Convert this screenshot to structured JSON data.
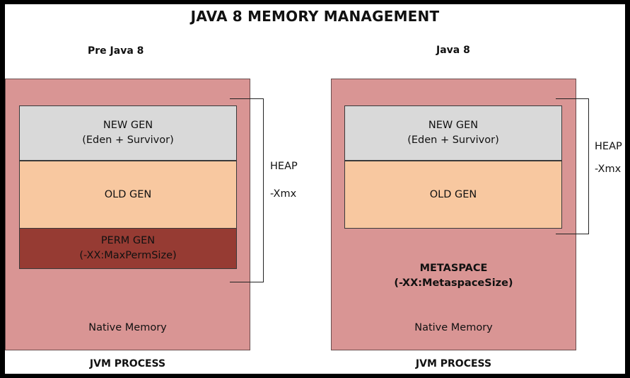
{
  "title": "JAVA 8 MEMORY MANAGEMENT",
  "left": {
    "heading": "Pre Java 8",
    "new_gen": {
      "line1": "NEW GEN",
      "line2": "(Eden + Survivor)"
    },
    "old_gen": "OLD GEN",
    "perm_gen": {
      "line1": "PERM GEN",
      "line2": "(-XX:MaxPermSize)"
    },
    "heap_label": "HEAP",
    "xmx_label": "-Xmx",
    "native_memory": "Native Memory",
    "footer": "JVM PROCESS"
  },
  "right": {
    "heading": "Java 8",
    "new_gen": {
      "line1": "NEW GEN",
      "line2": "(Eden + Survivor)"
    },
    "old_gen": "OLD GEN",
    "heap_label": "HEAP",
    "xmx_label": "-Xmx",
    "metaspace": {
      "line1": "METASPACE",
      "line2": "(-XX:MetaspaceSize)"
    },
    "native_memory": "Native Memory",
    "footer": "JVM PROCESS"
  },
  "colors": {
    "process": "#d99594",
    "new_gen": "#d9d9d9",
    "old_gen": "#f8c8a0",
    "perm_gen": "#963b33"
  }
}
